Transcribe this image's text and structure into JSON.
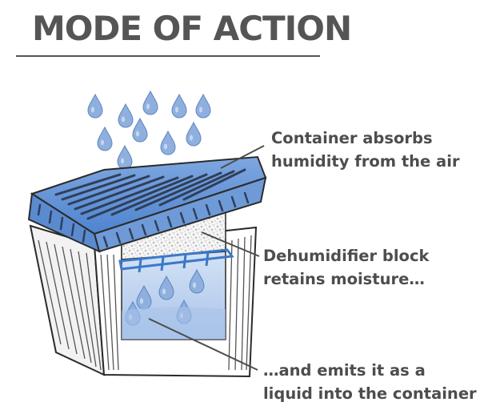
{
  "title": "MODE OF ACTION",
  "captions": {
    "absorbs": [
      "Container absorbs",
      "humidity from the air"
    ],
    "retains": [
      "Dehumidifier block",
      "retains moisture…"
    ],
    "emits": [
      "…and emits it as a",
      "liquid into the container"
    ]
  },
  "colors": {
    "heading_text": "#555555",
    "caption_text": "#4d4d4d",
    "droplet_blue": "#8fb0de",
    "lid_blue": "#5a8fd4",
    "liquid_blue": "#bcd3f0",
    "outline": "#2b2b2b"
  }
}
